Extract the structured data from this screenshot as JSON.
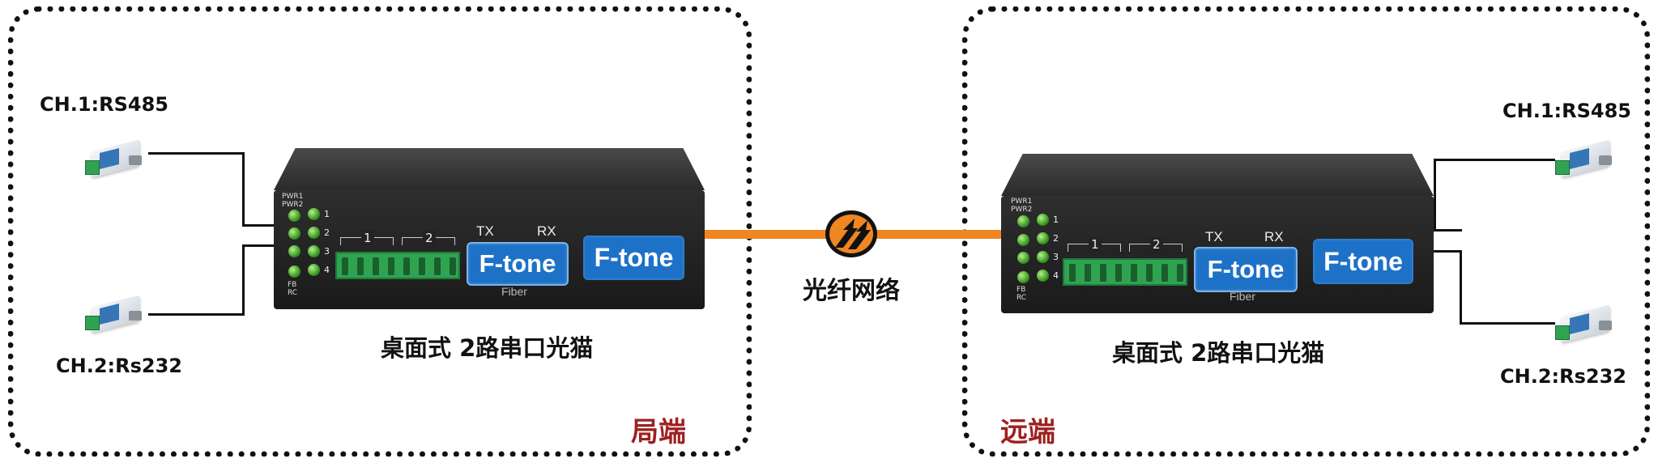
{
  "left_site": {
    "label": "局端",
    "device_title": "桌面式 2路串口光猫",
    "channels": [
      {
        "label": "CH.1:RS485"
      },
      {
        "label": "CH.2:Rs232"
      }
    ]
  },
  "right_site": {
    "label": "远端",
    "device_title": "桌面式 2路串口光猫",
    "channels": [
      {
        "label": "CH.1:RS485"
      },
      {
        "label": "CH.2:Rs232"
      }
    ]
  },
  "link": {
    "label": "光纤网络"
  },
  "device_panel": {
    "brand": "F-tone",
    "tx": "TX",
    "rx": "RX",
    "fiber": "Fiber",
    "pwr1": "PWR1",
    "pwr2": "PWR2",
    "fb": "FB",
    "rc": "RC",
    "led_labels": [
      "1",
      "2",
      "3",
      "4"
    ],
    "group_labels": [
      "1",
      "2"
    ]
  },
  "colors": {
    "fiber": "#ef8622",
    "brand_blue": "#1d72c8",
    "site_label": "#9e2020",
    "terminal_green": "#2fa352"
  }
}
